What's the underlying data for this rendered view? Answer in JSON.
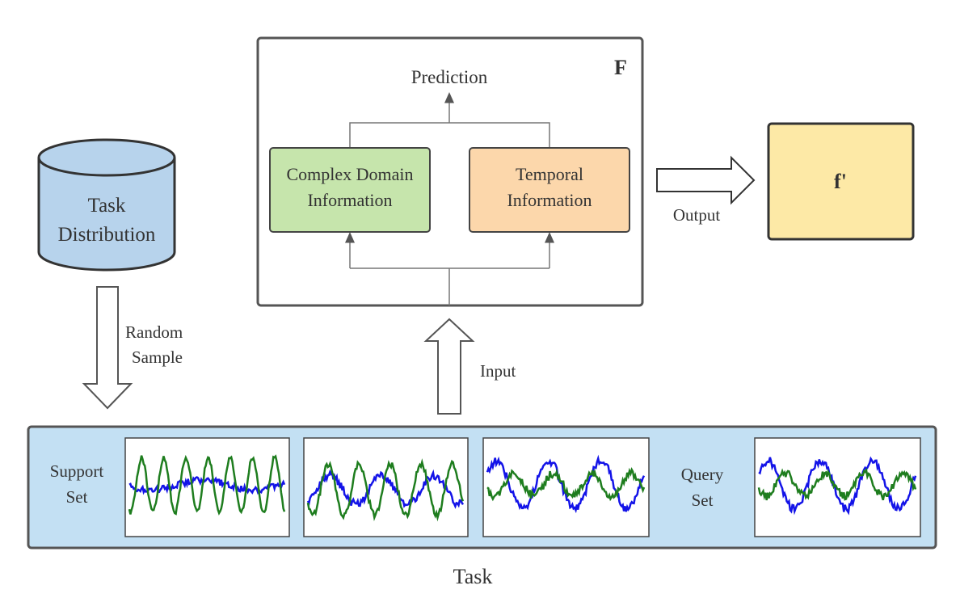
{
  "task_distribution": {
    "line1": "Task",
    "line2": "Distribution"
  },
  "random_sample": {
    "line1": "Random",
    "line2": "Sample"
  },
  "model": {
    "label": "F",
    "prediction": "Prediction",
    "complex_domain": {
      "line1": "Complex Domain",
      "line2": "Information"
    },
    "temporal": {
      "line1": "Temporal",
      "line2": "Information"
    }
  },
  "output_label": "Output",
  "input_label": "Input",
  "output_box_label": "f'",
  "task": {
    "label": "Task",
    "support_set": {
      "line1": "Support",
      "line2": "Set"
    },
    "query_set": {
      "line1": "Query",
      "line2": "Set"
    }
  },
  "colors": {
    "cylinder": "#b7d3ec",
    "complex_domain": "#c6e5ac",
    "temporal": "#fcd7ab",
    "output_box": "#fde9a6",
    "task_band": "#c3e0f3",
    "series_blue": "#1313e8",
    "series_green": "#1e7d1e"
  },
  "series_icon": "time-series-plot"
}
